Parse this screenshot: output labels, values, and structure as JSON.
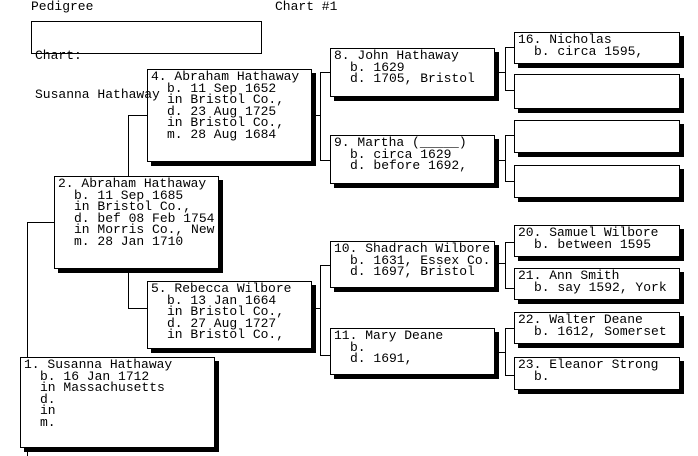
{
  "header": {
    "title": "Pedigree",
    "chart_number": "Chart #1"
  },
  "chart_label": {
    "label": "Chart:",
    "name": "Susanna Hathaway"
  },
  "people": {
    "p1": {
      "lines": [
        "1. Susanna Hathaway",
        "b. 16 Jan 1712",
        "in Massachusetts",
        "d.",
        "in",
        "m."
      ]
    },
    "p2": {
      "lines": [
        "2. Abraham Hathaway",
        "b. 11 Sep 1685",
        "in Bristol Co.,",
        "d. bef 08 Feb 1754",
        "in Morris Co., New",
        "m. 28 Jan 1710"
      ]
    },
    "p4": {
      "lines": [
        "4. Abraham Hathaway",
        "b. 11 Sep 1652",
        "in Bristol Co.,",
        "d. 23 Aug 1725",
        "in Bristol Co.,",
        "m. 28 Aug 1684"
      ]
    },
    "p5": {
      "lines": [
        "5. Rebecca Wilbore",
        "b. 13 Jan 1664",
        "in Bristol Co.,",
        "d. 27 Aug 1727",
        "in Bristol Co.,"
      ]
    },
    "p8": {
      "lines": [
        "8. John Hathaway",
        "b. 1629",
        "d. 1705, Bristol"
      ]
    },
    "p9": {
      "lines": [
        "9. Martha (_____)",
        "b. circa 1629",
        "d. before 1692,"
      ]
    },
    "p10": {
      "lines": [
        "10. Shadrach Wilbore",
        "b. 1631, Essex Co.",
        "d. 1697, Bristol"
      ]
    },
    "p11": {
      "lines": [
        "11. Mary Deane",
        "b.",
        "d. 1691,"
      ]
    },
    "p16": {
      "lines": [
        "16. Nicholas",
        "b. circa 1595,"
      ]
    },
    "p17": {
      "lines": []
    },
    "p18": {
      "lines": []
    },
    "p19": {
      "lines": []
    },
    "p20": {
      "lines": [
        "20. Samuel Wilbore",
        "b. between 1595"
      ]
    },
    "p21": {
      "lines": [
        "21. Ann Smith",
        "b. say 1592, York"
      ]
    },
    "p22": {
      "lines": [
        "22. Walter Deane",
        "b. 1612, Somerset"
      ]
    },
    "p23": {
      "lines": [
        "23. Eleanor Strong",
        "b."
      ]
    }
  }
}
